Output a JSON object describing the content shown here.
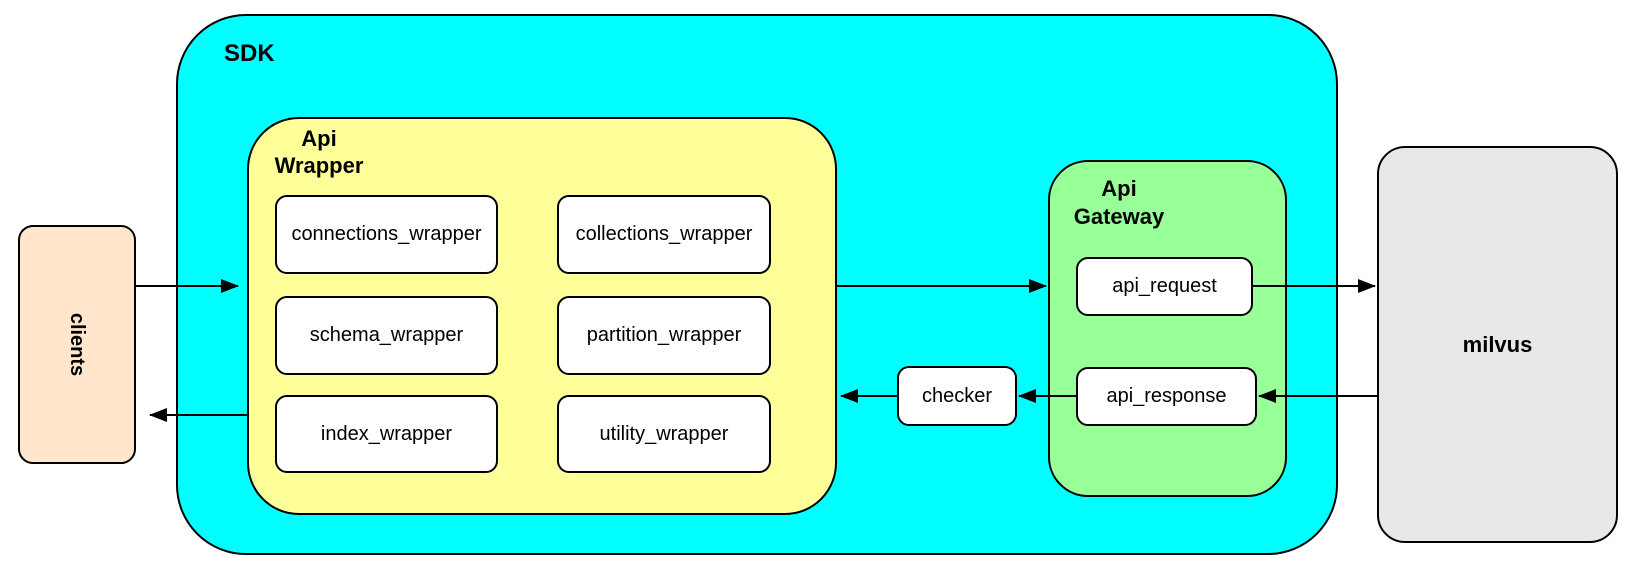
{
  "diagram": {
    "clients": {
      "label": "clients",
      "fill": "#ffe6cc"
    },
    "sdk": {
      "label": "SDK",
      "fill": "#00ffff"
    },
    "api_wrapper": {
      "label": "Api\nWrapper",
      "fill": "#ffff99",
      "boxes": [
        "connections_wrapper",
        "collections_wrapper",
        "schema_wrapper",
        "partition_wrapper",
        "index_wrapper",
        "utility_wrapper"
      ]
    },
    "checker": {
      "label": "checker",
      "fill": "#ffffff"
    },
    "api_gateway": {
      "label": "Api\nGateway",
      "fill": "#99ff99",
      "boxes": [
        "api_request",
        "api_response"
      ]
    },
    "milvus": {
      "label": "milvus",
      "fill": "#e8e8e8"
    },
    "stroke_color": "#000000",
    "arrows": [
      {
        "from": "clients",
        "to": "Api Wrapper"
      },
      {
        "from": "Api Wrapper",
        "to": "Api Gateway (api_request)"
      },
      {
        "from": "api_request",
        "to": "milvus"
      },
      {
        "from": "milvus",
        "to": "api_response"
      },
      {
        "from": "api_response",
        "to": "checker"
      },
      {
        "from": "checker",
        "to": "Api Wrapper"
      },
      {
        "from": "Api Wrapper",
        "to": "clients"
      }
    ]
  }
}
